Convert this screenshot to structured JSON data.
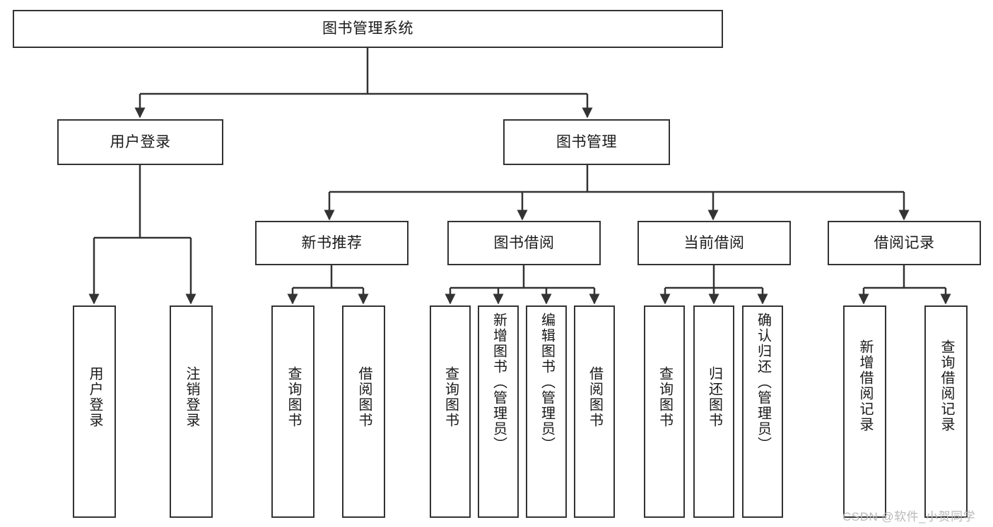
{
  "diagram": {
    "title": "图书管理系统",
    "type": "tree-hierarchy-chart",
    "orientation": "top-down",
    "colors": {
      "stroke": "#333333",
      "fill": "#ffffff",
      "text": "#1a1a1a",
      "watermark": "#b9b9b9",
      "background": "#ffffff"
    }
  },
  "root": {
    "label": "图书管理系统"
  },
  "level2": [
    {
      "label": "用户登录"
    },
    {
      "label": "图书管理"
    }
  ],
  "level3": [
    {
      "label": "新书推荐"
    },
    {
      "label": "图书借阅"
    },
    {
      "label": "当前借阅"
    },
    {
      "label": "借阅记录"
    }
  ],
  "leaves": {
    "user_login": [
      {
        "label": "用户登录"
      },
      {
        "label": "注销登录"
      }
    ],
    "new_book_recommend": [
      {
        "label": "查询图书"
      },
      {
        "label": "借阅图书"
      }
    ],
    "book_borrow": [
      {
        "label": "查询图书"
      },
      {
        "label": "新增图书（管理员）"
      },
      {
        "label": "编辑图书（管理员）"
      },
      {
        "label": "借阅图书"
      }
    ],
    "current_borrow": [
      {
        "label": "查询图书"
      },
      {
        "label": "归还图书"
      },
      {
        "label": "确认归还（管理员）"
      }
    ],
    "borrow_record": [
      {
        "label": "新增借阅记录"
      },
      {
        "label": "查询借阅记录"
      }
    ]
  },
  "watermark": {
    "text": "CSDN @软件_小贺同学"
  }
}
